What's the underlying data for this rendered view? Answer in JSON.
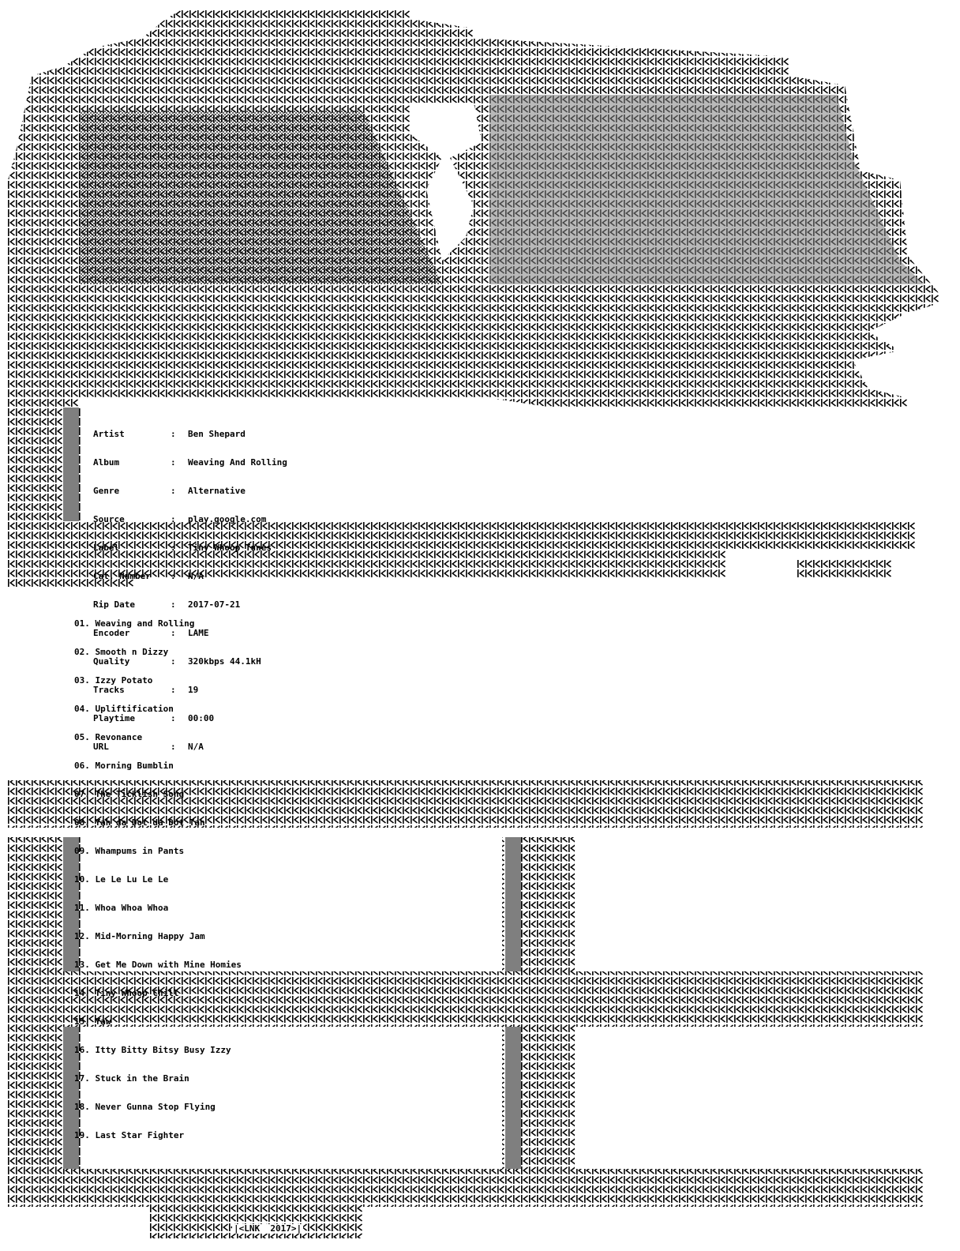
{
  "info": [
    {
      "key": "Artist",
      "sep": ":",
      "value": "Ben Shepard"
    },
    {
      "key": "Album",
      "sep": ":",
      "value": "Weaving And Rolling"
    },
    {
      "key": "Genre",
      "sep": ":",
      "value": "Alternative"
    },
    {
      "key": "Source",
      "sep": ":",
      "value": "play.google.com"
    },
    {
      "key": "Label",
      "sep": ":",
      "value": "Tiny Whoop Tunes"
    },
    {
      "key": "Cat. Number",
      "sep": ":",
      "value": "N/A"
    },
    {
      "key": "Rip Date",
      "sep": ":",
      "value": "2017-07-21"
    },
    {
      "key": "Encoder",
      "sep": ":",
      "value": "LAME"
    },
    {
      "key": "Quality",
      "sep": ":",
      "value": "320kbps 44.1kH"
    },
    {
      "key": "Tracks",
      "sep": ":",
      "value": "19"
    },
    {
      "key": "Playtime",
      "sep": ":",
      "value": "00:00"
    },
    {
      "key": "URL",
      "sep": ":",
      "value": "N/A"
    }
  ],
  "tracks": [
    "01. Weaving and Rolling",
    "02. Smooth n Dizzy",
    "03. Izzy Potato",
    "04. Upliftification",
    "05. Revonance",
    "06. Morning Bumblin",
    "07. The Ticklish Song",
    "08. Yah da Dot da Dot Tah",
    "09. Whampums in Pants",
    "10. Le Le Lu Le Le",
    "11. Whoa Whoa Whoa",
    "12. Mid-Morning Happy Jam",
    "13. Get Me Down with Mine Homies",
    "14. Tiny Whoop Chill",
    "15. Yaw",
    "16. Itty Bitty Bitsy Busy Izzy",
    "17. Stuck in the Brain",
    "18. Never Gunna Stop Flying",
    "19. Last Star Fighter"
  ],
  "footer": "|<LNK  2017>|",
  "colors": {
    "ink": "#000000",
    "shade": "#7f7f7f",
    "paper": "#ffffff"
  }
}
